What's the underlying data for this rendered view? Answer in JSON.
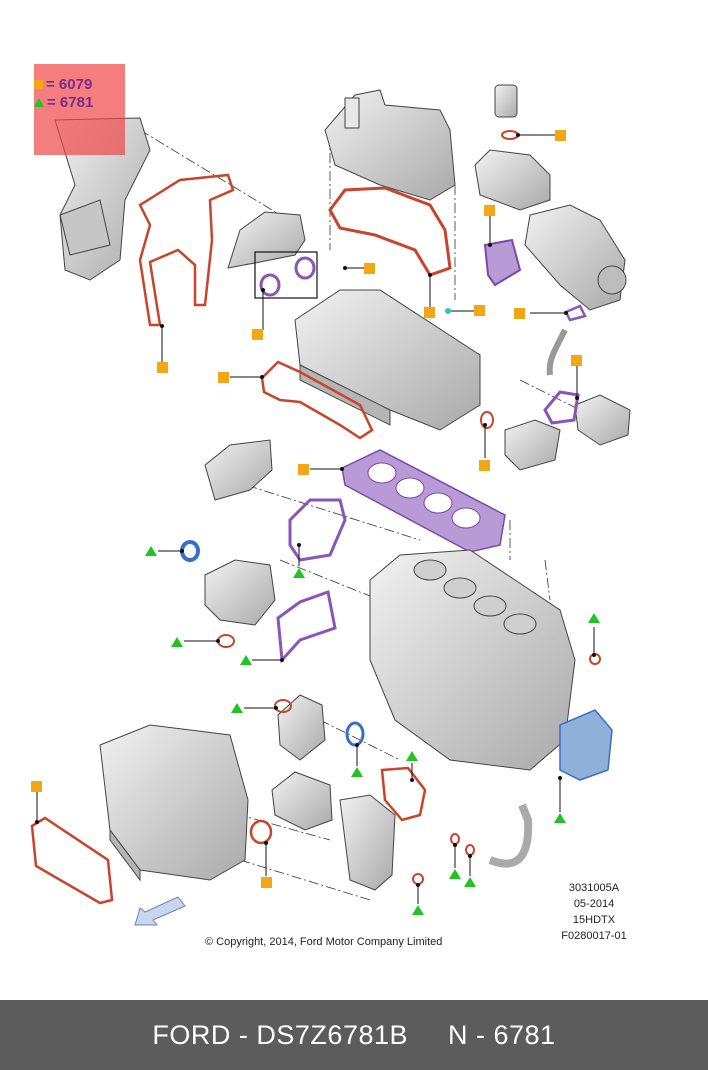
{
  "legend": [
    {
      "marker": "square",
      "color": "#f4a716",
      "text": "= 6079"
    },
    {
      "marker": "triangle",
      "color": "#22c322",
      "text": "= 6781"
    }
  ],
  "copyright": "© Copyright, 2014, Ford Motor Company Limited",
  "reference_codes": [
    "3031005A",
    "05-2014",
    "15HDTX",
    "F0280017-01"
  ],
  "footer": {
    "brand_part": "FORD - DS7Z6781B",
    "group": "N - 6781"
  },
  "colors": {
    "gasket_red": "#c8442a",
    "gasket_purple": "#8a55b8",
    "part_grey": "#d4d4d4",
    "marker_orange": "#f4a716",
    "marker_green": "#22c322",
    "footer_bg": "#5c5c5c"
  }
}
